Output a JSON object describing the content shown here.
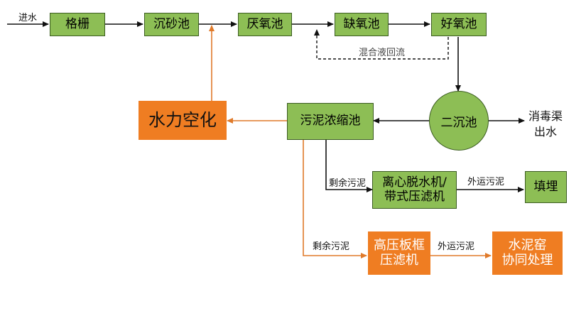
{
  "nodes": {
    "grille": "格栅",
    "grit": "沉砂池",
    "anaerobic": "厌氧池",
    "anoxic": "缺氧池",
    "aerobic": "好氧池",
    "secondary": "二沉池",
    "thickener": "污泥浓缩池",
    "cavitation": "水力空化",
    "centrifuge_1": "离心脱水机/",
    "centrifuge_2": "带式压滤机",
    "landfill": "填埋",
    "press_1": "高压板框",
    "press_2": "压滤机",
    "kiln_1": "水泥窑",
    "kiln_2": "协同处理"
  },
  "labels": {
    "inflow": "进水",
    "recycle": "混合液回流",
    "outflow_1": "消毒渠",
    "outflow_2": "出水",
    "excess_1": "剩余污泥",
    "excess_2": "剩余污泥",
    "haul_1": "外运污泥",
    "haul_2": "外运污泥"
  },
  "colors": {
    "green": "#8dbe55",
    "orange": "#ef7d22",
    "line": "#111111",
    "orange_line": "#e07a2a"
  }
}
